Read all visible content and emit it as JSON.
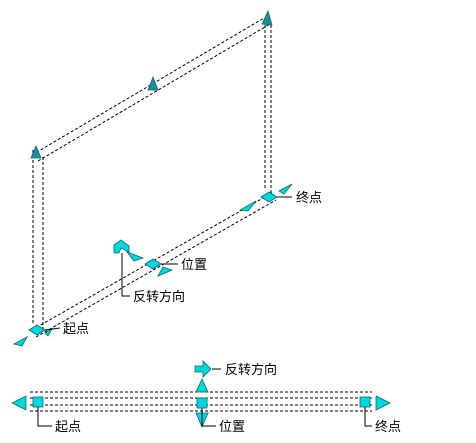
{
  "labels": {
    "iso_end": "终点",
    "iso_position": "位置",
    "iso_flip": "反转方向",
    "iso_start": "起点",
    "plan_flip": "反转方向",
    "plan_start": "起点",
    "plan_position": "位置",
    "plan_end": "终点"
  },
  "colors": {
    "grip": "#00d8e0",
    "grip_dark": "#1c8f99",
    "grip_stroke": "#006e78",
    "line": "#000000"
  },
  "icons": {
    "grip_square": "cyan-square-grip",
    "grip_diamond": "cyan-diamond-grip",
    "grip_triangle": "cyan-triangle-grip",
    "flip_arrow": "cyan-flip-arrow"
  }
}
